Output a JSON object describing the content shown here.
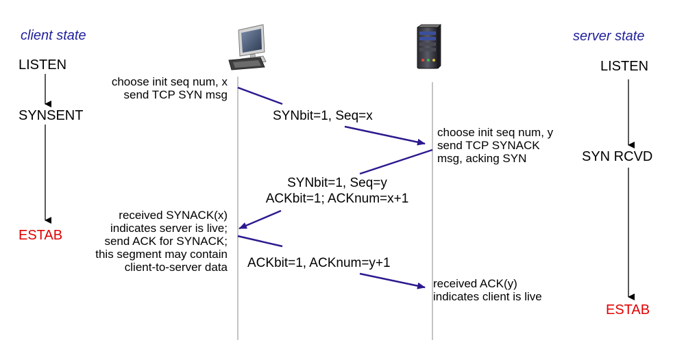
{
  "client": {
    "header": "client state",
    "states": {
      "listen": "LISTEN",
      "synsent": "SYNSENT",
      "estab": "ESTAB"
    },
    "notes": {
      "syn": [
        "choose init seq num, x",
        "send TCP SYN msg"
      ],
      "synack_received": [
        "received SYNACK(x)",
        "indicates server is live;",
        "send ACK for SYNACK;",
        "this segment may contain",
        "client-to-server data"
      ]
    },
    "icon": "desktop-computer-icon"
  },
  "server": {
    "header": "server state",
    "states": {
      "listen": "LISTEN",
      "synrcvd": "SYN RCVD",
      "estab": "ESTAB"
    },
    "notes": {
      "synack": [
        "choose init seq num, y",
        "send TCP SYNACK",
        "msg, acking SYN"
      ],
      "ack_received": [
        "received ACK(y)",
        "indicates client is live"
      ]
    },
    "icon": "server-tower-icon"
  },
  "messages": {
    "syn": [
      "SYNbit=1, Seq=x"
    ],
    "synack": [
      "SYNbit=1, Seq=y",
      "ACKbit=1; ACKnum=x+1"
    ],
    "ack": [
      "ACKbit=1, ACKnum=y+1"
    ]
  },
  "colors": {
    "arrow": "#2b1a8f",
    "estab": "#e00000",
    "header": "#1f1f9c",
    "timeline": "#b0b0b0"
  }
}
